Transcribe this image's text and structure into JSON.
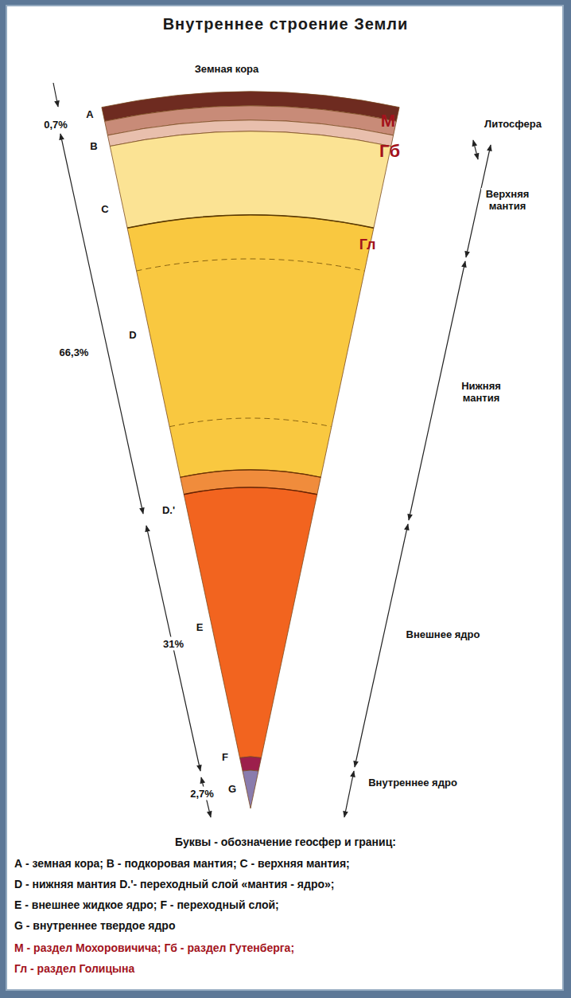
{
  "diagram": {
    "title": "Внутреннее строение Земли",
    "labels": [
      "Земная кора",
      "A",
      "0,7%",
      "B",
      "М",
      "Гб",
      "Литосфера",
      "C",
      "Верхняя мантия",
      "Гл",
      "D",
      "66,3%",
      "Нижняя мантия",
      "D.'",
      "E",
      "Внешнее ядро",
      "31%",
      "F",
      "G",
      "2,7%",
      "Внутреннее ядро",
      "Буквы - обозначение геосфер и границ:",
      "А - земная кора; В - подкоровая мантия; С - верхняя мантия;",
      "D - нижняя мантия D.'- переходный слой «мантия - ядро»;",
      "Е - внешнее жидкое ядро; F - переходный слой;",
      "G - внутреннее твердое ядро",
      "М - раздел Мохоровичича; Гб - раздел Гутенберга;",
      "Гл - раздел Голицына"
    ]
  }
}
